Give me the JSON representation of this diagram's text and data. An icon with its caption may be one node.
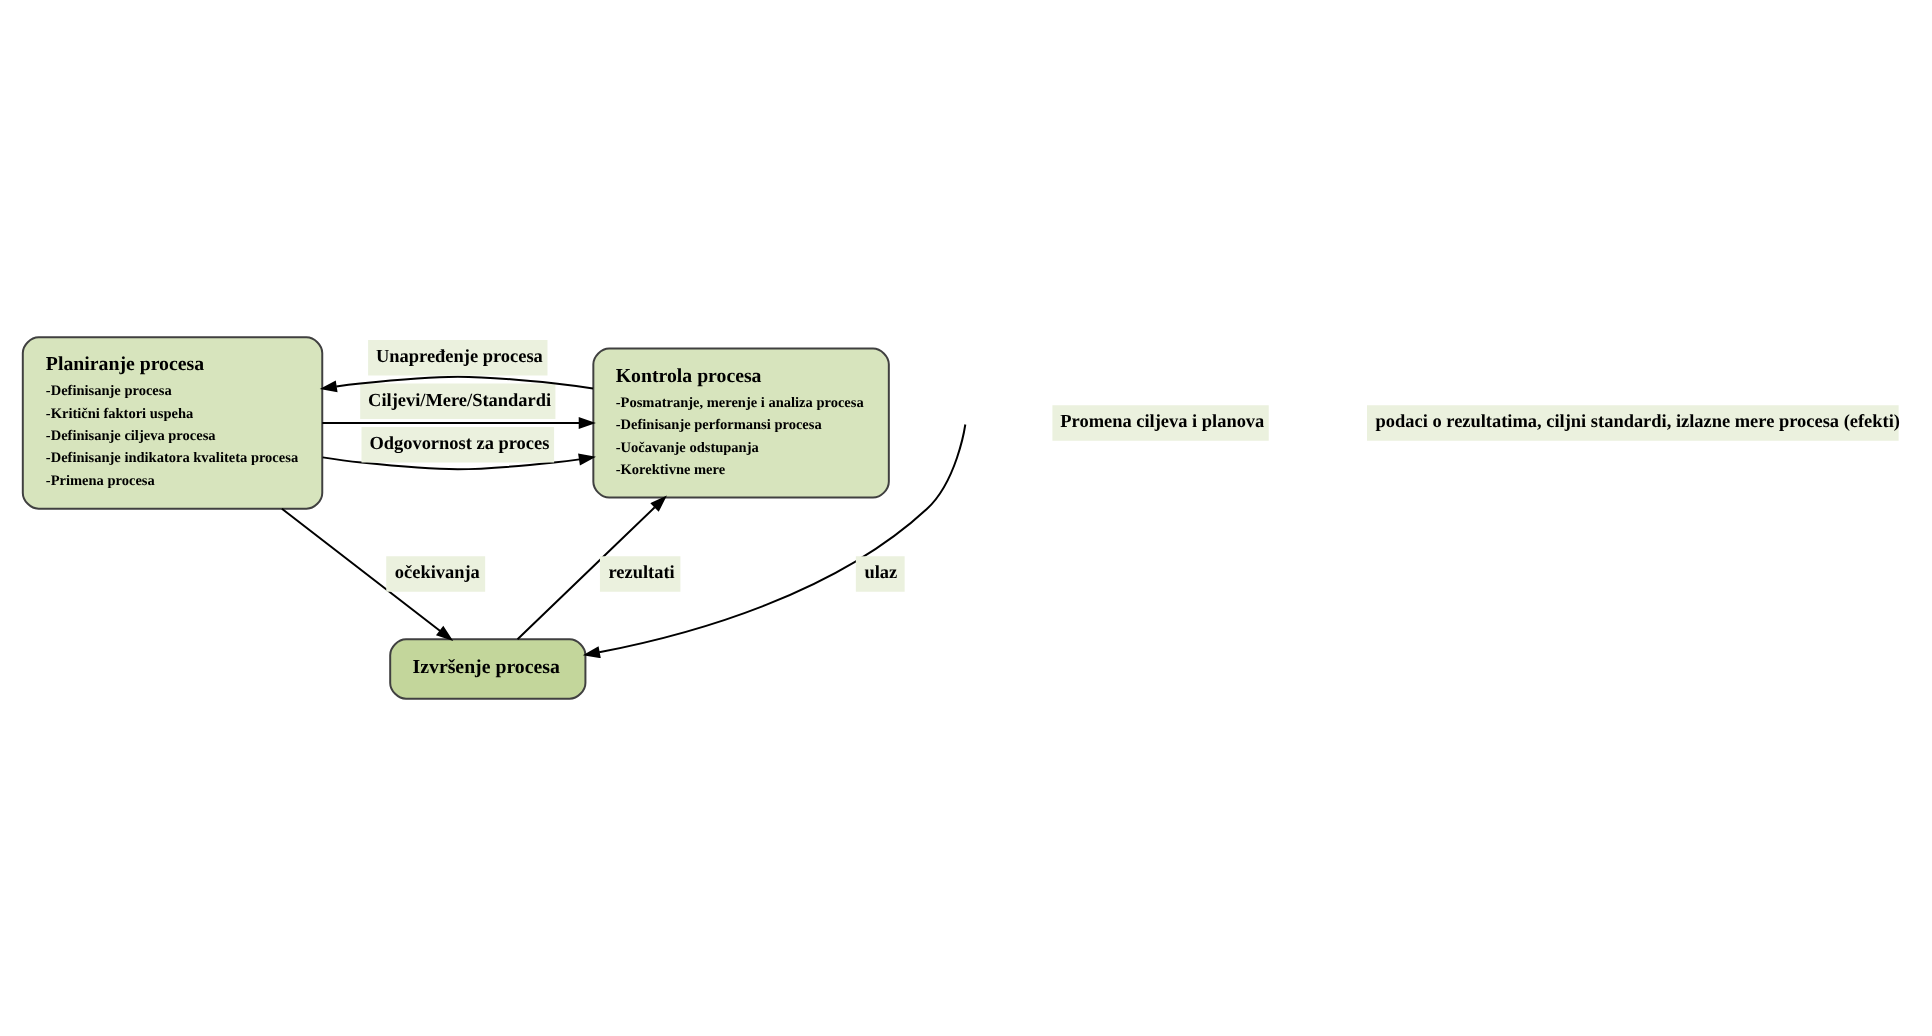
{
  "diagram": {
    "nodes": [
      {
        "text": [
          "Planiranje procesa",
          "-Definisanje procesa",
          "-Kritični faktori uspeha",
          "-Definisanje ciljeva procesa",
          "-Definisanje indikatora kvaliteta procesa",
          "-Primena procesa"
        ]
      },
      {
        "text": [
          "Kontrola procesa",
          "-Posmatranje, merenje i analiza procesa",
          "-Definisanje performansi procesa",
          "-Uočavanje odstupanja",
          "-Korektivne mere"
        ]
      },
      {
        "text": [
          "Izvršenje procesa"
        ]
      }
    ],
    "edges": [
      {
        "from": 1,
        "to": 0,
        "arrow": "to",
        "label": "Unapređenje procesa"
      },
      {
        "from": 0,
        "to": 1,
        "arrow": "to",
        "label": "Ciljevi/Mere/Standardi"
      },
      {
        "from": 0,
        "to": 1,
        "arrow": "to",
        "label": "Odgovornost za proces"
      },
      {
        "from": 0,
        "to": 2,
        "arrow": "to",
        "label": "očekivanja"
      },
      {
        "from": null,
        "to": 2,
        "arrow": "to",
        "label": "ulaz"
      },
      {
        "from": 2,
        "to": 1,
        "arrow": "to",
        "label": "rezultati"
      }
    ],
    "labels": [
      "Promena ciljeva i planova",
      "podaci o rezultatima, ciljni standardi, izlazne mere procesa (efekti)"
    ]
  }
}
